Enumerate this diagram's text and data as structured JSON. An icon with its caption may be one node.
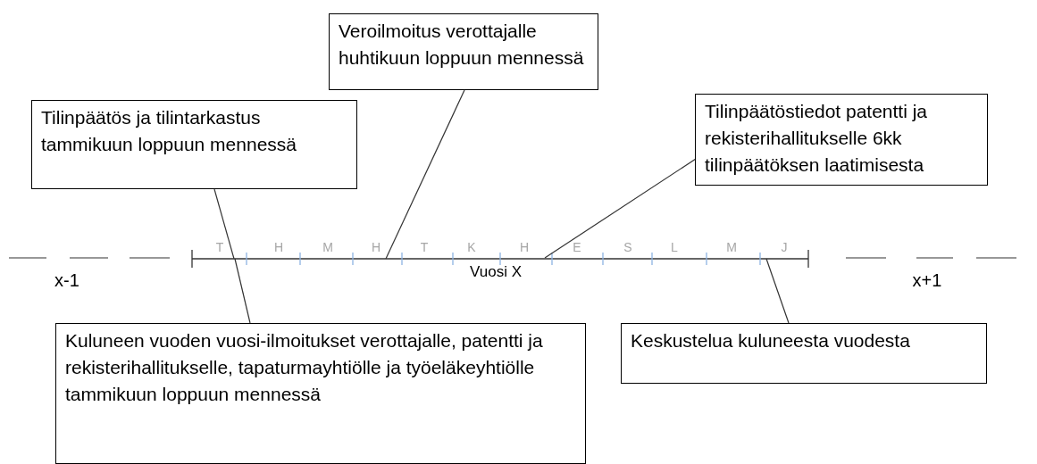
{
  "diagram": {
    "nodes": [
      {
        "text": [
          "Veroilmoitus verottajalle huhtikuun loppuun mennessä"
        ]
      },
      {
        "text": [
          "Tilinpäätös ja tilintarkastus tammikuun loppuun mennessä"
        ]
      },
      {
        "text": [
          "Tilinpäätöstiedot patentti ja rekisterihallitukselle 6kk tilinpäätöksen laatimisesta"
        ]
      },
      {
        "text": [
          "Kuluneen vuoden vuosi-ilmoitukset verottajalle, patentti ja rekisterihallitukselle, tapaturmayhtiölle ja työeläkeyhtiölle tammikuun loppuun mennessä"
        ]
      },
      {
        "text": [
          "Keskustelua kuluneesta vuodesta"
        ]
      }
    ],
    "edges": [
      {
        "from": 0,
        "to": null,
        "arrow": "none"
      },
      {
        "from": 1,
        "to": null,
        "arrow": "none"
      },
      {
        "from": 2,
        "to": null,
        "arrow": "none"
      },
      {
        "from": 3,
        "to": null,
        "arrow": "none"
      },
      {
        "from": 4,
        "to": null,
        "arrow": "none"
      }
    ],
    "labels": [
      "T",
      "H",
      "M",
      "H",
      "T",
      "K",
      "H",
      "E",
      "S",
      "L",
      "M",
      "J",
      "x-1",
      "Vuosi X",
      "x+1"
    ]
  }
}
